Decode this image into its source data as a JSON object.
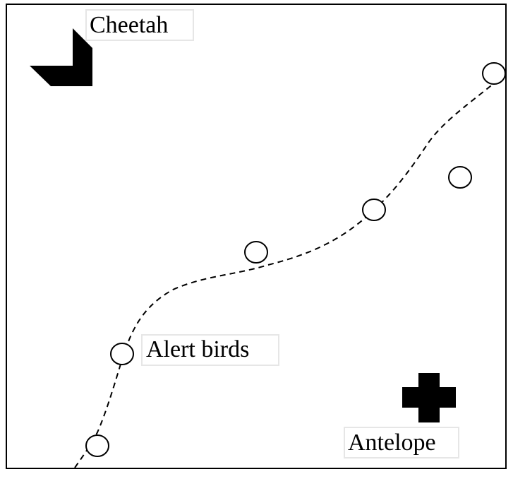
{
  "labels": {
    "predator": "Cheetah",
    "prey": "Antelope",
    "birds": "Alert birds"
  },
  "colors": {
    "background": "#ffffff",
    "stroke": "#000000",
    "label_box_shadow": "#e6e6e6"
  },
  "icons": {
    "predator": "chevron-corner-icon",
    "prey": "plus-cross-icon",
    "bird": "circle-icon"
  },
  "path_style": "dashed"
}
